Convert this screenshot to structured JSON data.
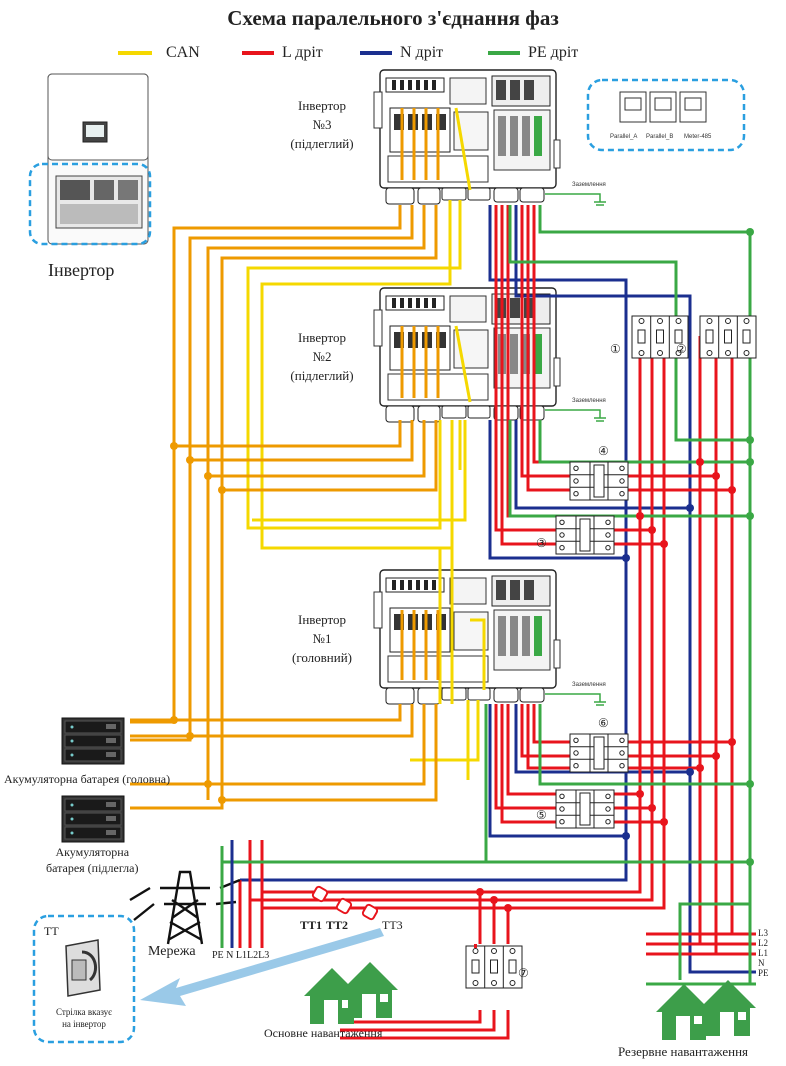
{
  "title": "Схема паралельного з'єднання фаз",
  "legend": [
    {
      "label": "CAN",
      "color": "#f5d800"
    },
    {
      "label": "L дріт",
      "color": "#e8141c"
    },
    {
      "label": "N  дріт",
      "color": "#1b2f8f"
    },
    {
      "label": "PE дріт",
      "color": "#3aa845"
    }
  ],
  "inverter_icon_label": "Інвертор",
  "ports": {
    "labels": [
      "Parallel_A",
      "Parallel_B",
      "Meter-485"
    ]
  },
  "inverters": [
    {
      "line1": "Інвертор",
      "line2": "№3",
      "line3": "(підлеглий)"
    },
    {
      "line1": "Інвертор",
      "line2": "№2",
      "line3": "(підлеглий)"
    },
    {
      "line1": "Інвертор",
      "line2": "№1",
      "line3": "(головний)"
    }
  ],
  "ground_label": "Заземлення",
  "batteries": {
    "main": "Акумуляторна батарея (головна)",
    "slave_line1": "Акумуляторна",
    "slave_line2": "батарея (підлегла)"
  },
  "grid_label": "Мережа",
  "grid_lines_label": "PE N L1L2L3",
  "ct_labels": [
    "TT1",
    "TT2",
    "TT3"
  ],
  "ct_box": {
    "title": "TT",
    "note_line1": "Стрілка вказує",
    "note_line2": "на інвертор"
  },
  "breaker_numbers": [
    "①",
    "②",
    "③",
    "④",
    "⑤",
    "⑥",
    "⑦"
  ],
  "main_load_label": "Основне навантаження",
  "backup_load_label": "Резервне навантаження",
  "backup_lines": [
    "L3",
    "L2",
    "L1",
    "N",
    "PE"
  ],
  "colors": {
    "can": "#f5d800",
    "battery_cable": "#ee9a00",
    "l": "#e8141c",
    "n": "#1b2f8f",
    "pe": "#3aa845",
    "dashed_box": "#2a9fe0",
    "house": "#3d9e4a",
    "arrow": "#8fc3e6"
  }
}
